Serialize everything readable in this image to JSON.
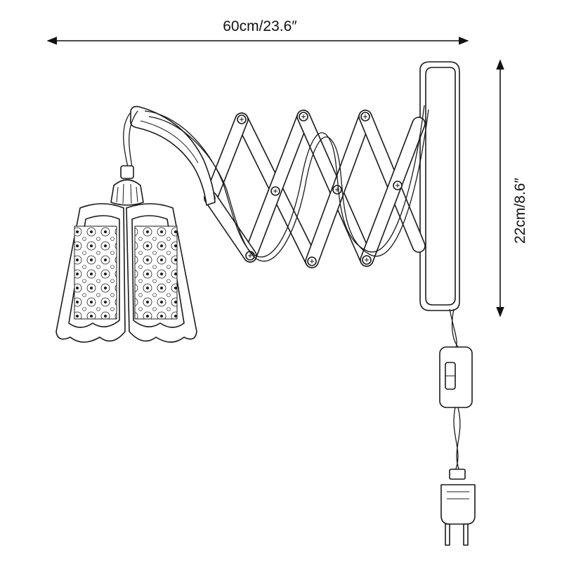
{
  "dimensions": {
    "width_label": "60cm/23.6″",
    "height_label": "22cm/8.6″"
  },
  "colors": {
    "line": "#1a1a1a",
    "background": "#ffffff"
  },
  "components": {
    "lamp_shade": "lantern-shade",
    "scissor_arm": "scissor-arm",
    "wall_plate": "wall-mount-plate",
    "switch": "inline-switch-icon",
    "plug": "plug-icon"
  }
}
